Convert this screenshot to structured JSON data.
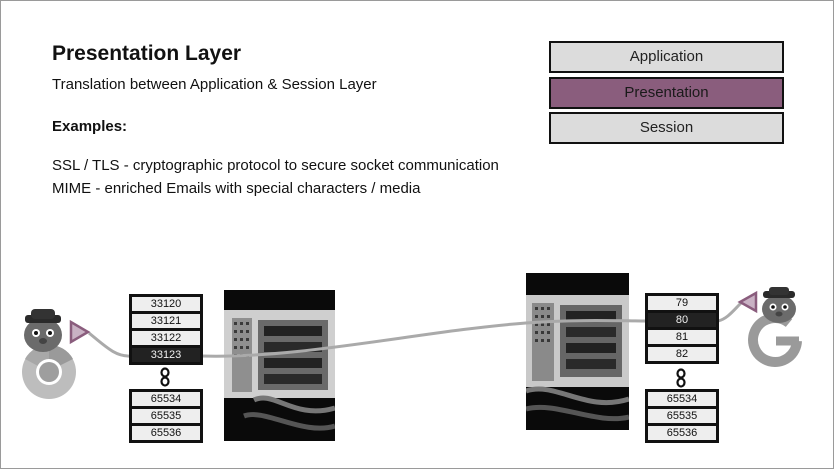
{
  "slide": {
    "title": "Presentation Layer",
    "subtitle": "Translation between Application & Session Layer",
    "examples_heading": "Examples:",
    "examples": [
      "SSL / TLS - cryptographic protocol to secure socket communication",
      "MIME - enriched Emails with special characters / media"
    ]
  },
  "layers": [
    {
      "label": "Application",
      "active": false
    },
    {
      "label": "Presentation",
      "active": true
    },
    {
      "label": "Session",
      "active": false
    }
  ],
  "client": {
    "ports_top": [
      "33120",
      "33121",
      "33122",
      "33123"
    ],
    "ports_bottom": [
      "65534",
      "65535",
      "65536"
    ],
    "selected_port": "33123"
  },
  "server": {
    "ports_top": [
      "79",
      "80",
      "81",
      "82"
    ],
    "ports_bottom": [
      "65534",
      "65535",
      "65536"
    ],
    "selected_port": "80"
  },
  "colors": {
    "accent": "#8a5d7d",
    "layer_bg": "#dcdcdc",
    "connection": "#aaaaaa"
  },
  "icons": {
    "client": "chrome-browser-icon",
    "server": "google-g-icon",
    "mascot": "gopher-mascot-icon"
  }
}
